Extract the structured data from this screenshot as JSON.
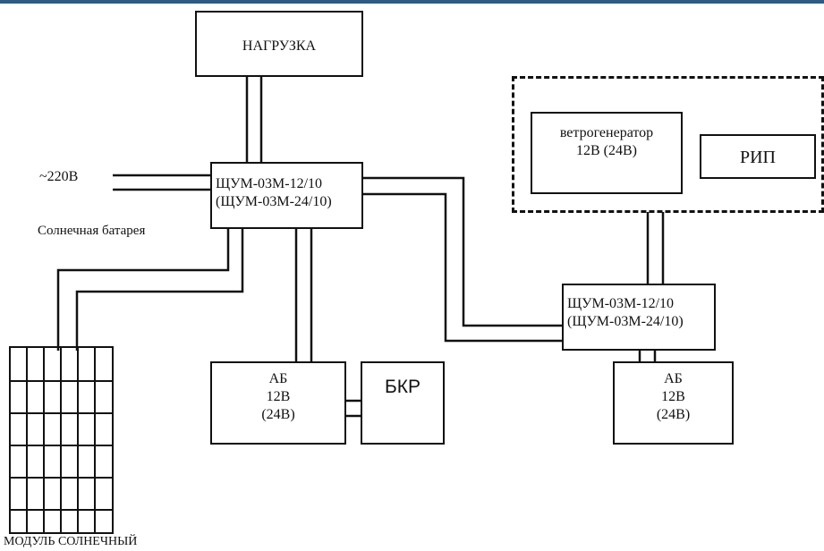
{
  "colors": {
    "accent_bar": "#2d5b86",
    "line": "#111111"
  },
  "labels": {
    "load": "НАГРУЗКА",
    "ac_input": "~220В",
    "solar_battery": "Солнечная батарея",
    "solar_module": "МОДУЛЬ СОЛНЕЧНЫЙ",
    "controller_main_line1": "ЩУМ-03М-12/10",
    "controller_main_line2": "(ЩУМ-03М-24/10)",
    "controller_wind_line1": "ЩУМ-03М-12/10",
    "controller_wind_line2": "(ЩУМ-03М-24/10)",
    "wind_gen_line1": "ветрогенератор",
    "wind_gen_line2": "12В (24В)",
    "rip": "РИП",
    "ab1_line1": "АБ",
    "ab1_line2": "12В",
    "ab1_line3": "(24В)",
    "bkr": "БКР",
    "ab2_line1": "АБ",
    "ab2_line2": "12В",
    "ab2_line3": "(24В)"
  }
}
